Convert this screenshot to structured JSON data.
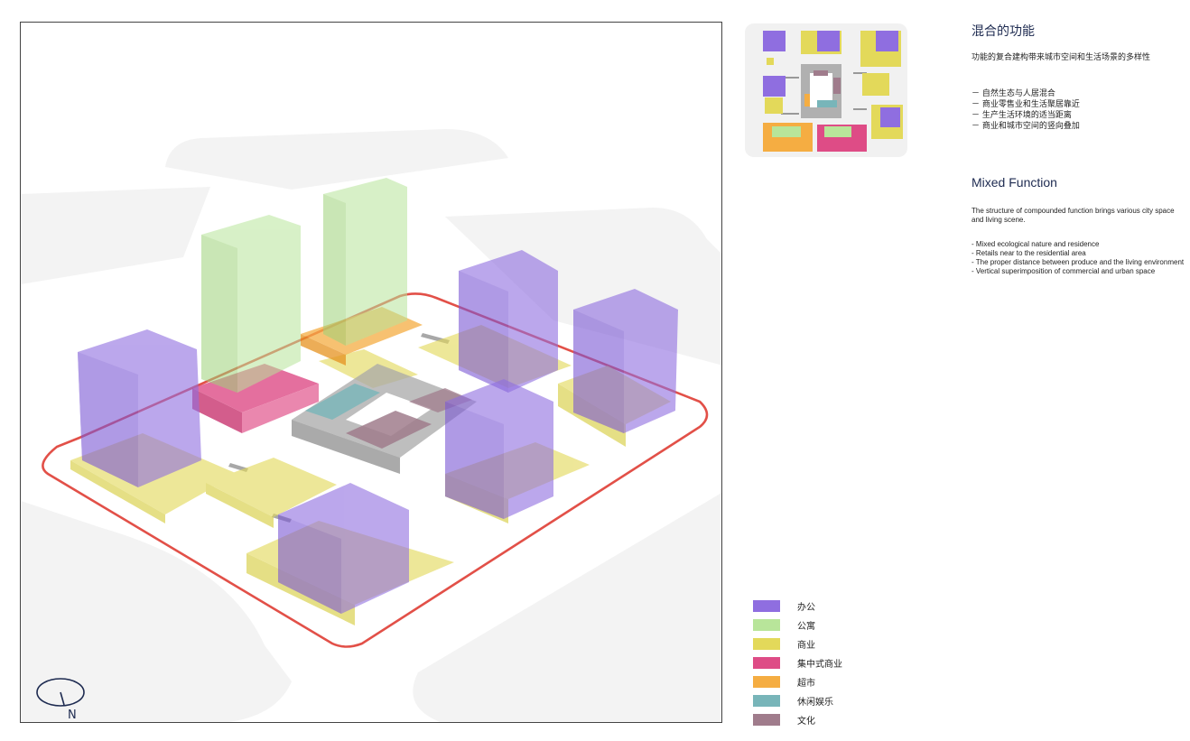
{
  "title_cn": "混合的功能",
  "intro_cn": "功能的复合建构带来城市空间和生活场景的多样性",
  "list_cn": [
    "－ 自然生态与人居混合",
    "－ 商业零售业和生活聚居靠近",
    "－ 生产生活环境的适当距离",
    "－ 商业和城市空间的竖向叠加"
  ],
  "title_en": "Mixed Function",
  "intro_en": "The structure of compounded function brings various city space and living scene.",
  "list_en": [
    "- Mixed ecological nature and residence",
    "- Retails near to the residential area",
    "- The proper distance between produce and the living environment",
    "- Vertical superimposition of commercial and urban space"
  ],
  "compass_label": "N",
  "legend": [
    {
      "label": "办公",
      "color": "#8f6ee0",
      "icon": "office-swatch"
    },
    {
      "label": "公寓",
      "color": "#b8e59a",
      "icon": "apartment-swatch"
    },
    {
      "label": "商业",
      "color": "#e3d95a",
      "icon": "commercial-swatch"
    },
    {
      "label": "集中式商业",
      "color": "#de4c86",
      "icon": "central-commercial-swatch"
    },
    {
      "label": "超市",
      "color": "#f5ad42",
      "icon": "supermarket-swatch"
    },
    {
      "label": "休闲娱乐",
      "color": "#78b5b9",
      "icon": "leisure-swatch"
    },
    {
      "label": "文化",
      "color": "#a07c8c",
      "icon": "culture-swatch"
    }
  ],
  "colors": {
    "office": "#8f6ee0",
    "apartment": "#b8e59a",
    "commercial": "#e3d95a",
    "central_commercial": "#de4c86",
    "supermarket": "#f5ad42",
    "leisure": "#78b5b9",
    "culture": "#a07c8c",
    "loop_road": "#e25048",
    "compass": "#1d2a50"
  }
}
